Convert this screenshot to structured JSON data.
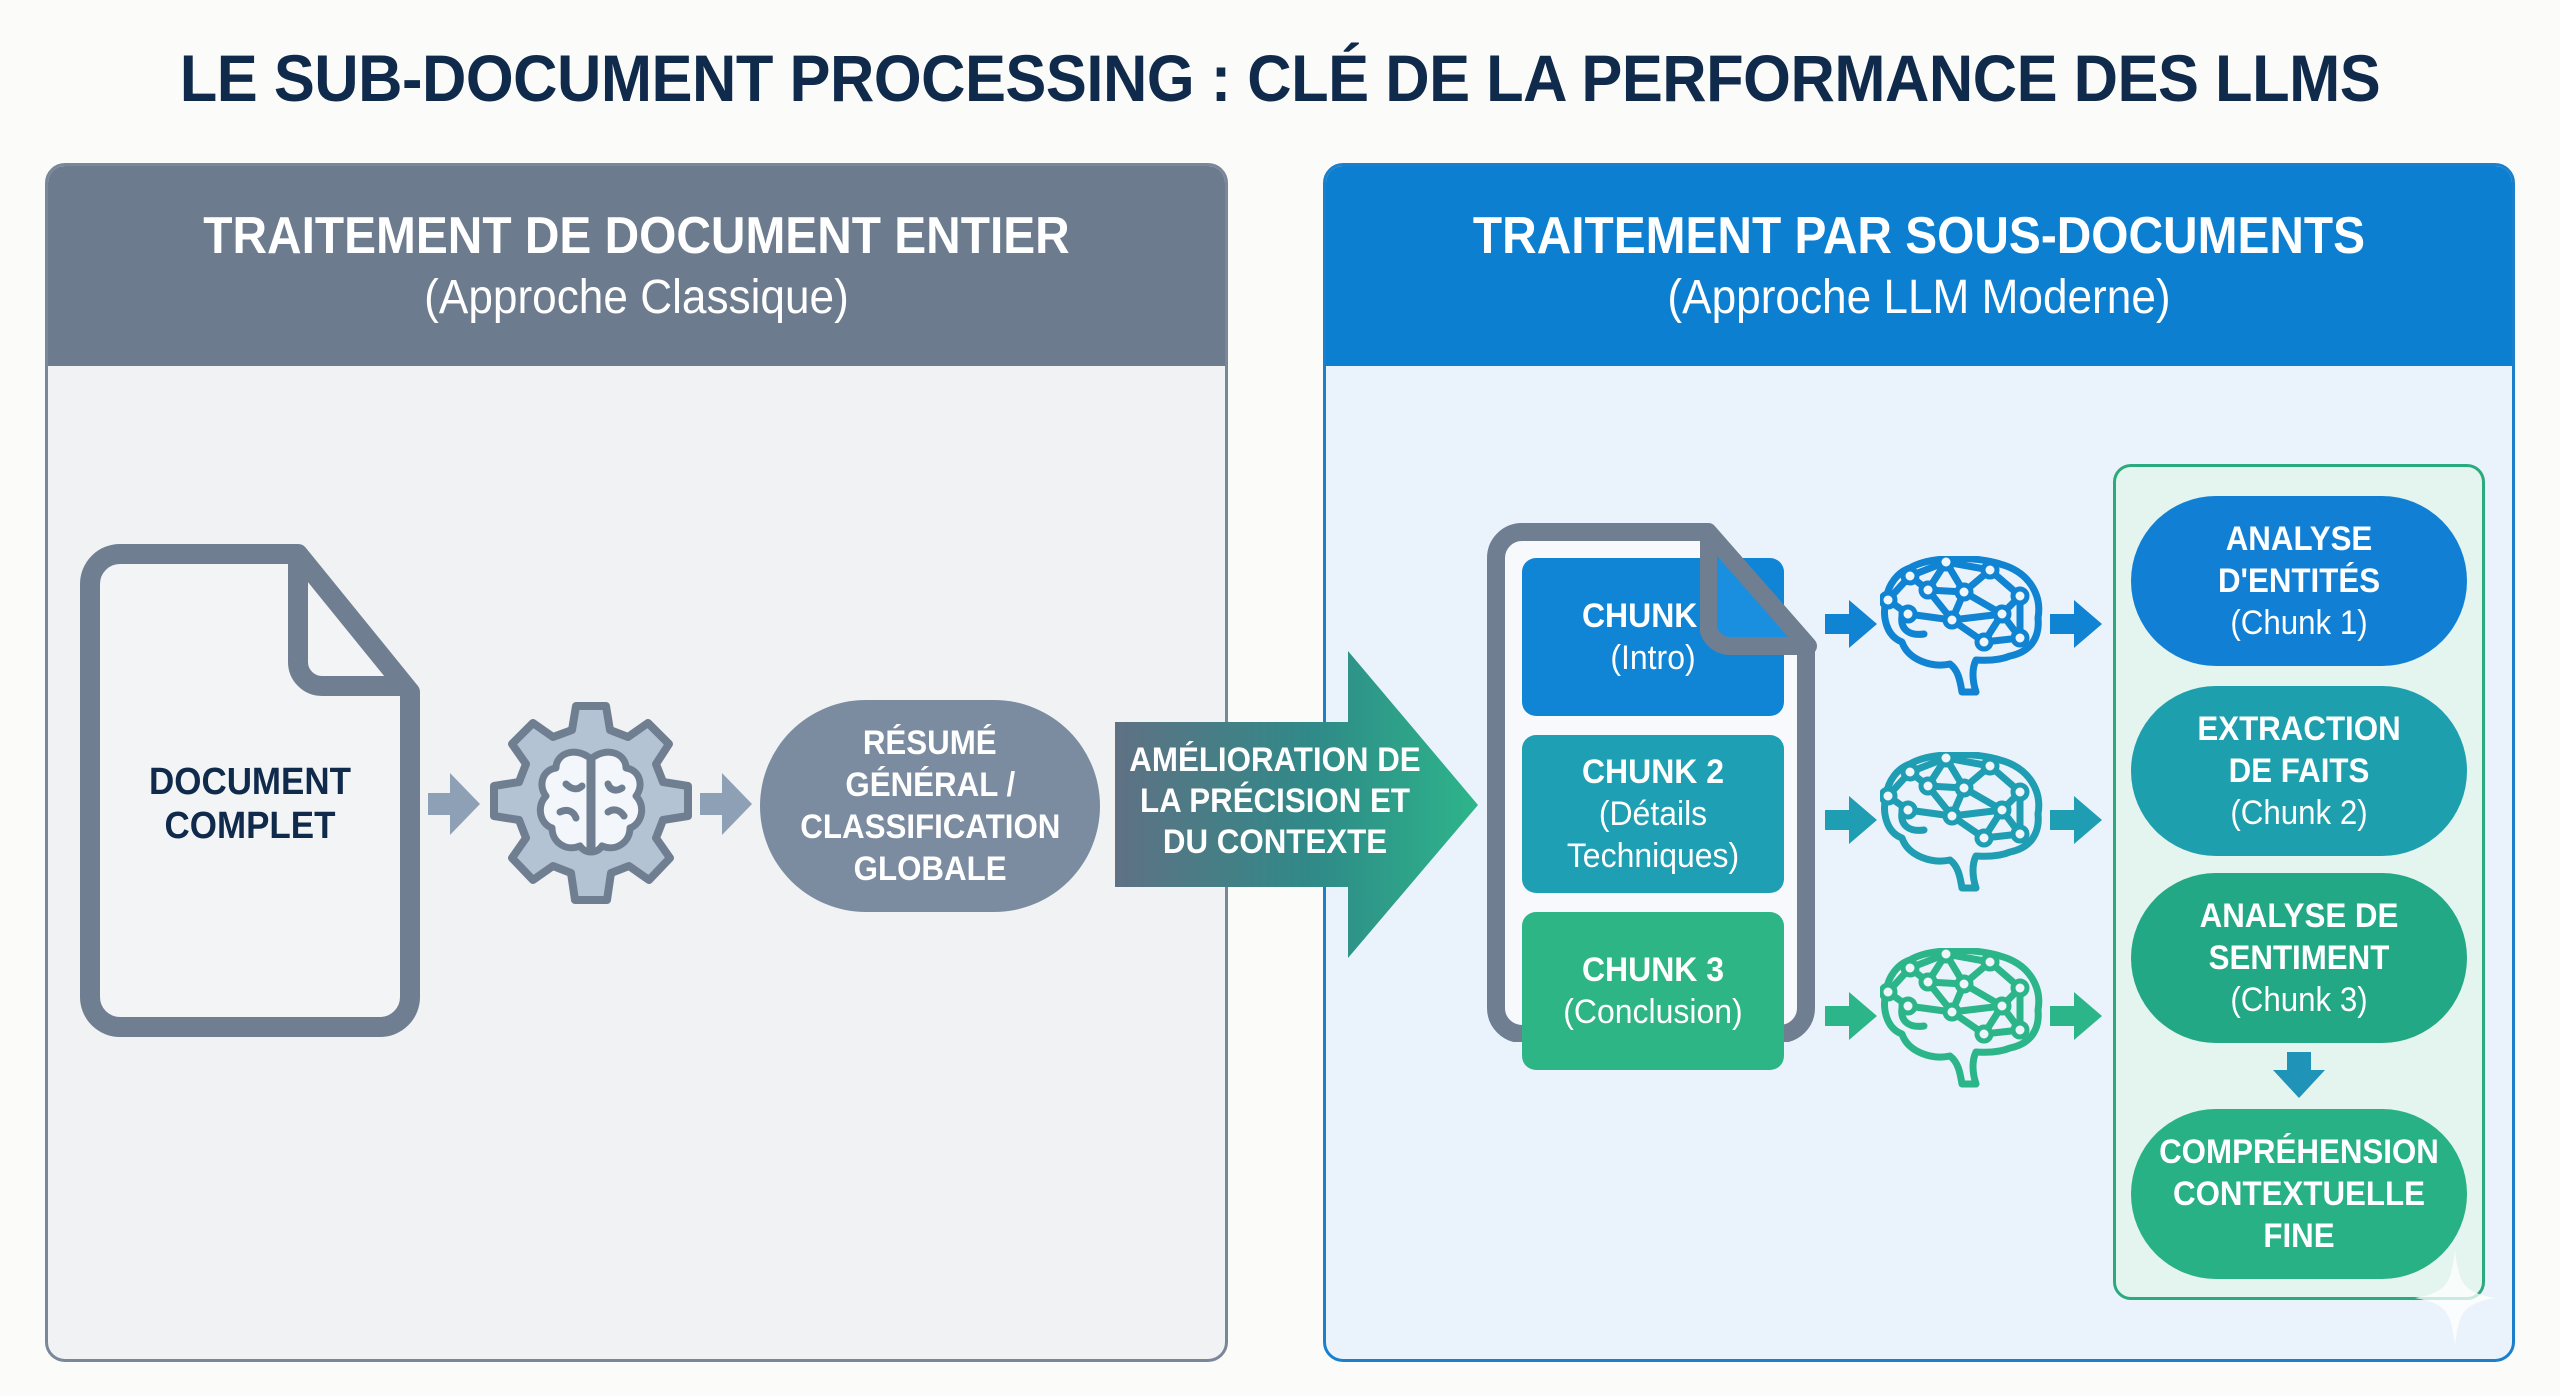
{
  "title": "LE SUB-DOCUMENT PROCESSING : CLÉ DE LA PERFORMANCE DES LLMS",
  "left_panel": {
    "title": "TRAITEMENT DE DOCUMENT ENTIER",
    "subtitle": "(Approche Classique)",
    "header_color": "#6c7b8d",
    "document": {
      "line1": "DOCUMENT",
      "line2": "COMPLET",
      "icon": "document-icon"
    },
    "processor_icon": "gear-brain-icon",
    "output": {
      "line1": "RÉSUMÉ",
      "line2": "GÉNÉRAL /",
      "line3": "CLASSIFICATION",
      "line4": "GLOBALE"
    }
  },
  "transition": {
    "line1": "AMÉLIORATION DE",
    "line2": "LA PRÉCISION ET",
    "line3": "DU CONTEXTE"
  },
  "right_panel": {
    "title": "TRAITEMENT PAR SOUS-DOCUMENTS",
    "subtitle": "(Approche LLM Moderne)",
    "header_color": "#0c7fd0",
    "chunks": [
      {
        "title": "CHUNK 1",
        "sub": "(Intro)",
        "color": "#1085d6"
      },
      {
        "title": "CHUNK 2",
        "sub1": "(Détails",
        "sub2": "Techniques)",
        "color": "#1f9fb3"
      },
      {
        "title": "CHUNK 3",
        "sub": "(Conclusion)",
        "color": "#2db585"
      }
    ],
    "brain_icons": [
      "neural-brain-icon",
      "neural-brain-icon",
      "neural-brain-icon"
    ],
    "results": [
      {
        "line1": "ANALYSE",
        "line2": "D'ENTITÉS",
        "sub": "(Chunk 1)",
        "color": "#1180d4"
      },
      {
        "line1": "EXTRACTION",
        "line2": "DE FAITS",
        "sub": "(Chunk 2)",
        "color": "#1d9fae"
      },
      {
        "line1": "ANALYSE DE",
        "line2": "SENTIMENT",
        "sub": "(Chunk 3)",
        "color": "#22a884"
      }
    ],
    "final": {
      "line1": "COMPRÉHENSION",
      "line2": "CONTEXTUELLE",
      "line3": "FINE",
      "color": "#27b185"
    }
  }
}
